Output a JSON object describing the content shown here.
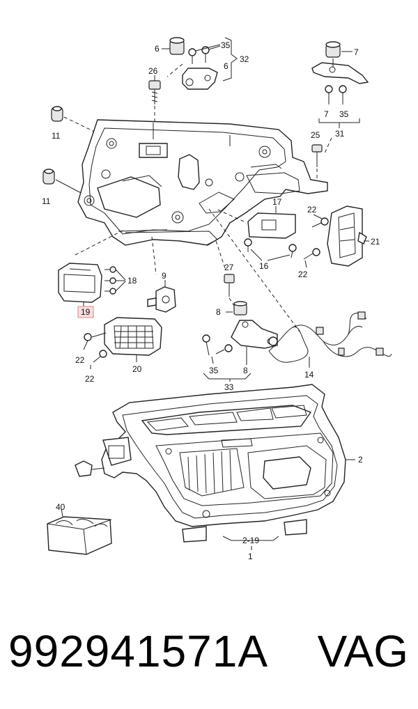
{
  "diagram": {
    "callouts": {
      "c1": "1",
      "c2": "2",
      "c2_19": "2-19",
      "c6a": "6",
      "c6b": "6",
      "c7a": "7",
      "c7b": "7",
      "c8a": "8",
      "c8b": "8",
      "c9": "9",
      "c11a": "11",
      "c11b": "11",
      "c14": "14",
      "c16": "16",
      "c17": "17",
      "c18": "18",
      "c19": "19",
      "c20": "20",
      "c21": "21",
      "c22a": "22",
      "c22b": "22",
      "c22c": "22",
      "c22d": "22",
      "c25": "25",
      "c26": "26",
      "c27": "27",
      "c31": "31",
      "c32": "32",
      "c33": "33",
      "c35a": "35",
      "c35b": "35",
      "c35c": "35",
      "c40": "40"
    },
    "highlighted_callout": "19",
    "highlight_color": "#f7dede"
  },
  "footer": {
    "part_number": "992941571A",
    "brand": "VAG"
  }
}
